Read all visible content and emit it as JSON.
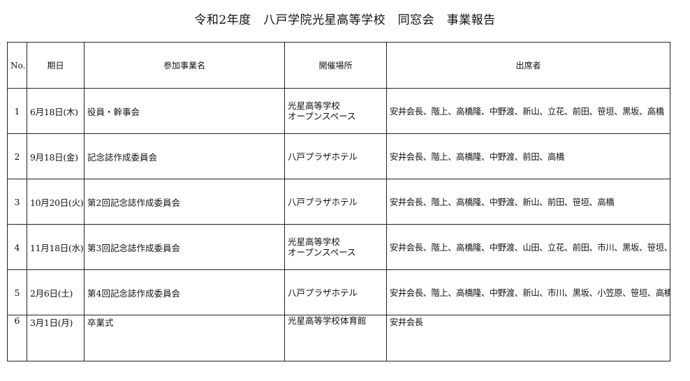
{
  "title": "令和2年度　八戸学院光星高等学校　同窓会　事業報告",
  "headers": {
    "no": "No.",
    "date": "期日",
    "event": "参加事業名",
    "venue": "開催場所",
    "attendees": "出席者"
  },
  "rows": [
    {
      "no": "1",
      "date": "6月18日(木)",
      "event": "役員・幹事会",
      "venue": [
        "光星高等学校",
        "オープンスペース"
      ],
      "attendees": "安井会長、階上、高橋隆、中野渡、新山、立花、前田、笹垣、黒坂、高橋"
    },
    {
      "no": "2",
      "date": "9月18日(金)",
      "event": "記念誌作成委員会",
      "venue": [
        "八戸プラザホテル"
      ],
      "attendees": "安井会長、階上、高橋隆、中野渡、前田、高橋"
    },
    {
      "no": "3",
      "date": "10月20日(火)",
      "event": "第2回記念誌作成委員会",
      "venue": [
        "八戸プラザホテル"
      ],
      "attendees": "安井会長、階上、高橋隆、中野渡、新山、前田、笹垣、高橋"
    },
    {
      "no": "4",
      "date": "11月18日(水)",
      "event": "第3回記念誌作成委員会",
      "venue": [
        "光星高等学校",
        "オープンスペース"
      ],
      "attendees": "安井会長、階上、高橋隆、中野渡、山田、立花、前田、市川、黒坂、笹垣、高橋"
    },
    {
      "no": "5",
      "date": "2月6日(土)",
      "event": "第4回記念誌作成委員会",
      "venue": [
        "八戸プラザホテル"
      ],
      "attendees": "安井会長、階上、高橋隆、中野渡、新山、市川、黒坂、小笠原、笹垣、高橋"
    },
    {
      "no": "6",
      "date": "3月1日(月)",
      "event": "卒業式",
      "venue": [
        "光星高等学校体育館"
      ],
      "attendees": "安井会長"
    }
  ]
}
